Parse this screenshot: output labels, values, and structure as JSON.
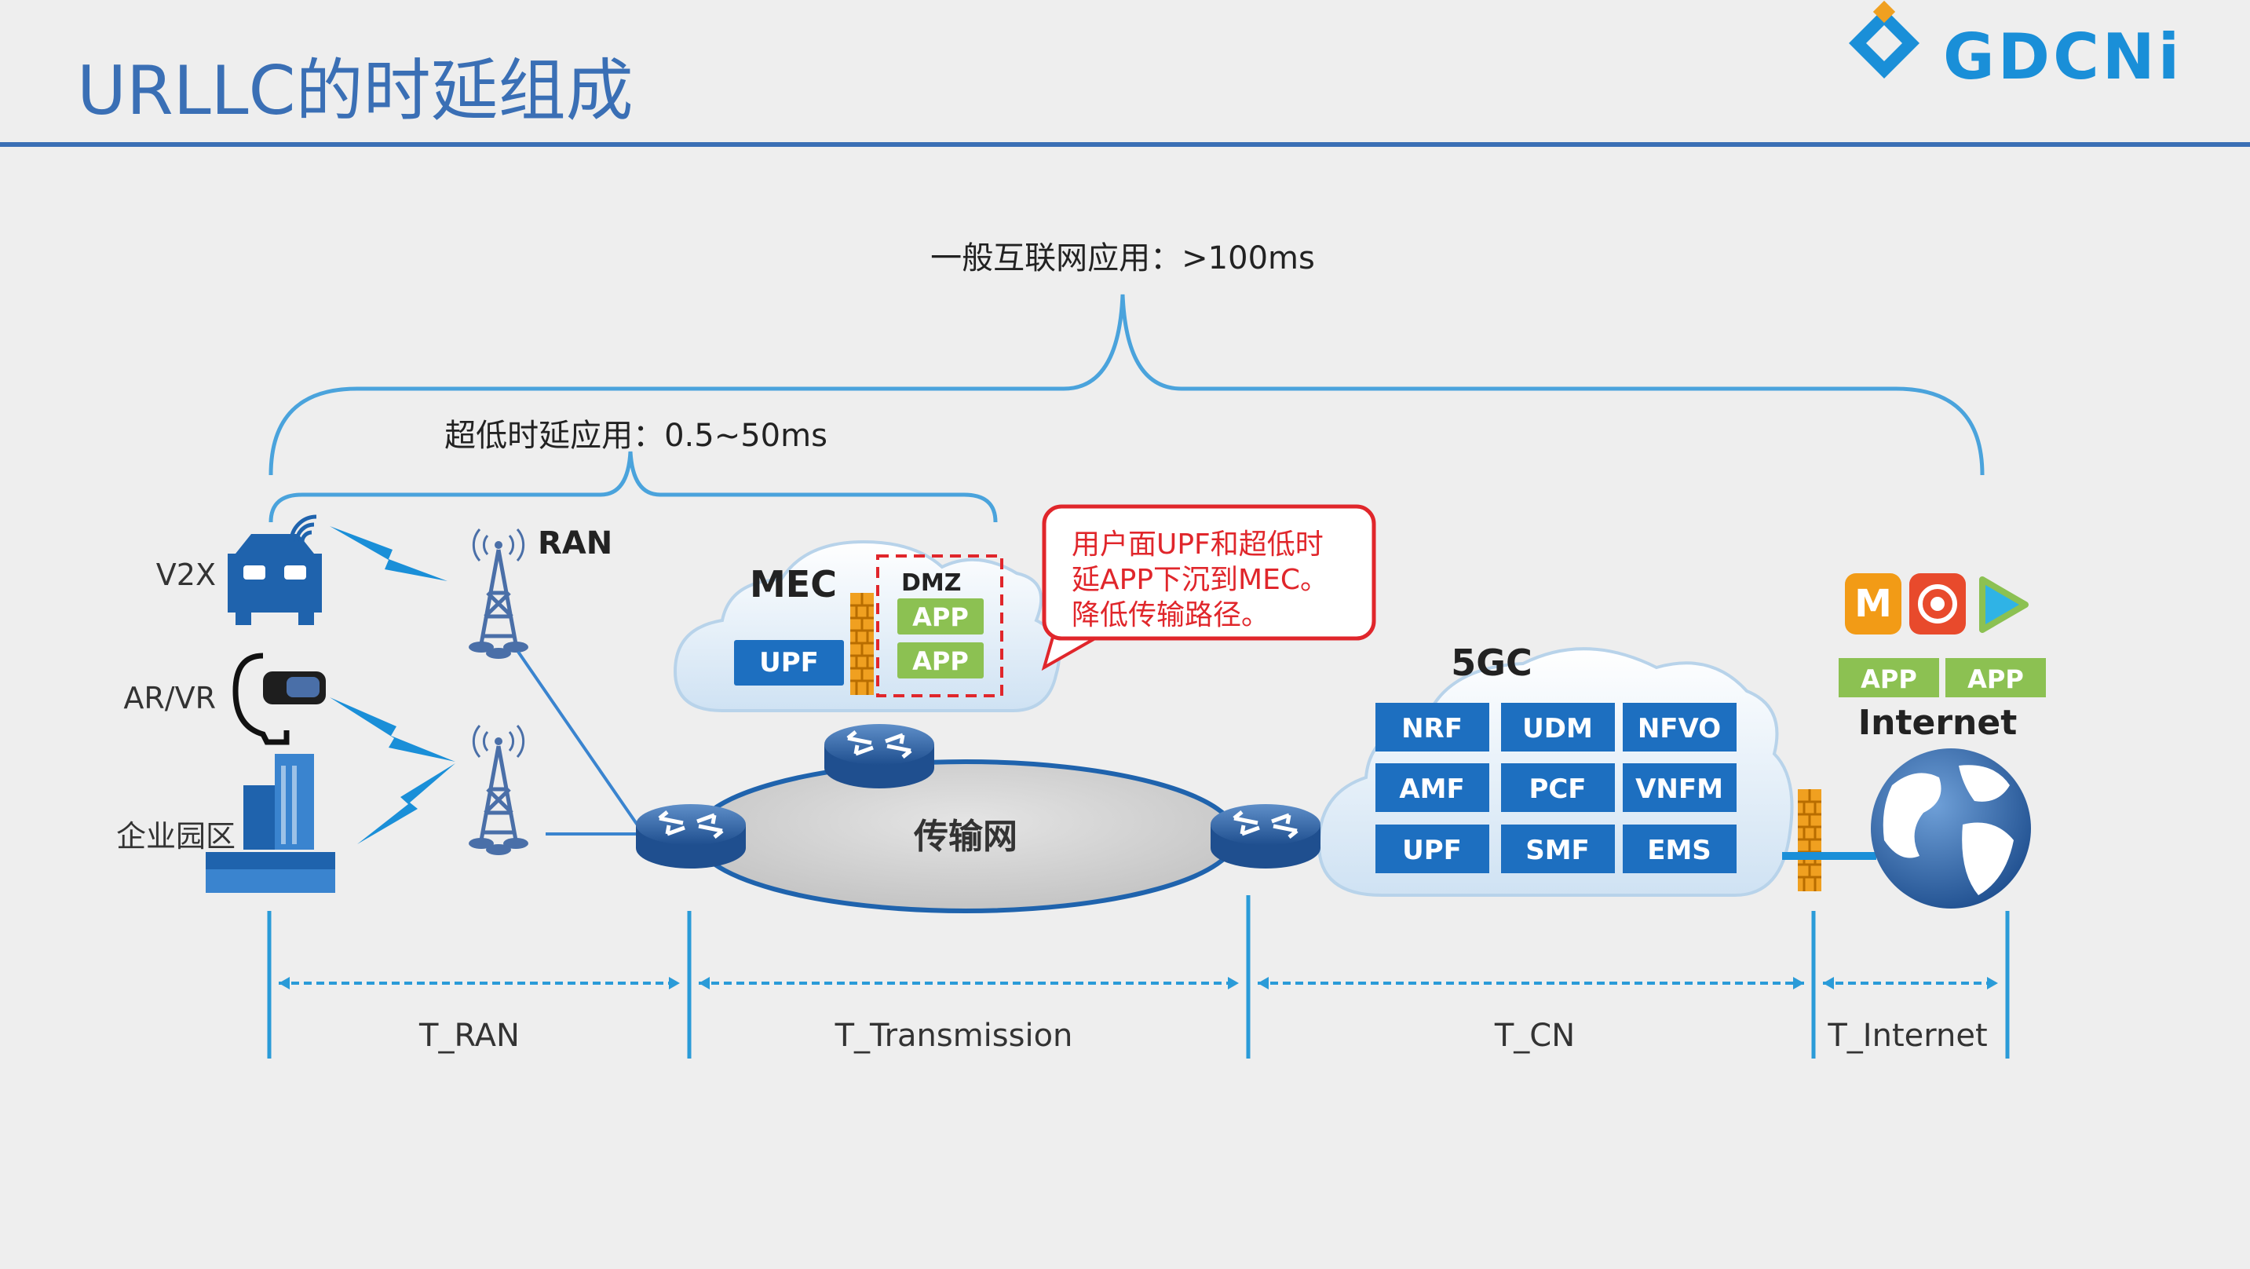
{
  "header": {
    "title": "URLLC的时延组成",
    "logo_text": "GDCNi"
  },
  "labels": {
    "general_internet": "一般互联网应用：>100ms",
    "ultra_low": "超低时延应用：0.5~50ms",
    "ran": "RAN",
    "mec": "MEC",
    "dmz": "DMZ",
    "app": "APP",
    "upf": "UPF",
    "transport_net": "传输网",
    "fivegc": "5GC",
    "internet": "Internet"
  },
  "devices": [
    "V2X",
    "AR/VR",
    "企业园区"
  ],
  "callout": {
    "lines": [
      "用户面UPF和超低时",
      "延APP下沉到MEC。",
      "降低传输路径。"
    ]
  },
  "core_functions": [
    [
      "NRF",
      "UDM",
      "NFVO"
    ],
    [
      "AMF",
      "PCF",
      "VNFM"
    ],
    [
      "UPF",
      "SMF",
      "EMS"
    ]
  ],
  "internet_apps": [
    "APP",
    "APP"
  ],
  "segments": [
    "T_RAN",
    "T_Transmission",
    "T_CN",
    "T_Internet"
  ],
  "colors": {
    "title_blue": "#3a6fb5",
    "brace_blue": "#4aa3dc",
    "dark_blue": "#1f63ad",
    "nf_blue": "#1d6fc0",
    "app_green": "#8cc152",
    "callout_red": "#e0262b",
    "cloud_fill": "#d6e7f5"
  }
}
